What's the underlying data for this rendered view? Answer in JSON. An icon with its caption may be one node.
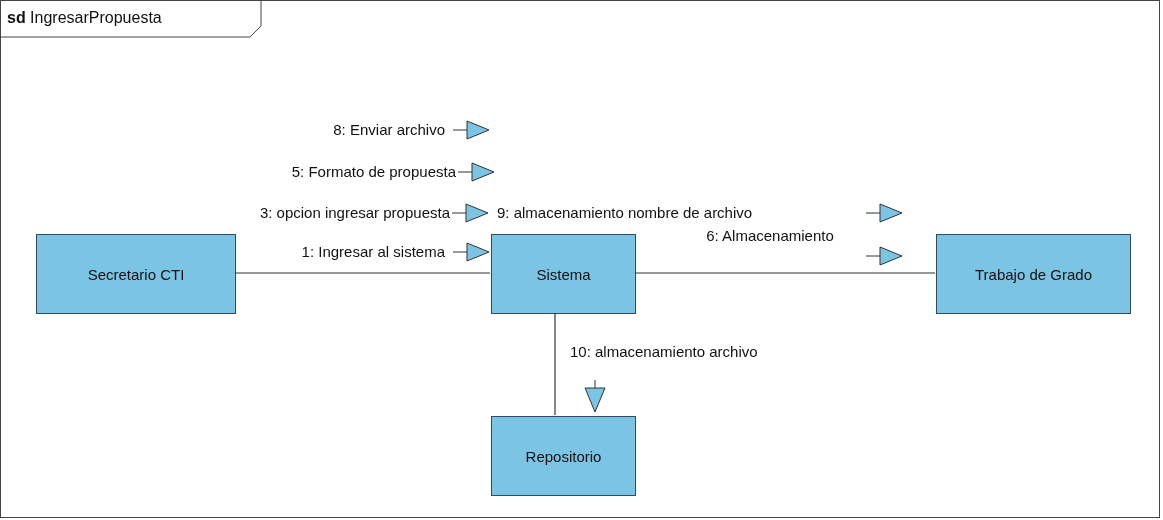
{
  "diagram": {
    "nodes": [
      {
        "text": [
          "**sd** IngresarPropuesta"
        ]
      },
      {
        "text": [
          "Secretario CTI"
        ],
        "in": 0
      },
      {
        "text": [
          "Sistema"
        ],
        "in": 0
      },
      {
        "text": [
          "Trabajo de Grado"
        ],
        "in": 0
      },
      {
        "text": [
          "Repositorio"
        ],
        "in": 0
      }
    ],
    "edges": [
      {
        "from": 1,
        "to": 2,
        "arrow": "none"
      },
      {
        "from": 2,
        "to": 3,
        "arrow": "none"
      },
      {
        "from": 2,
        "to": 4,
        "arrow": "none"
      }
    ],
    "labels": [
      "8: Enviar archivo",
      "5: Formato de propuesta",
      "3: opcion ingresar propuesta",
      "9: almacenamiento nombre de archivo",
      "1: Ingresar al sistema",
      "6: Almacenamiento",
      "10: almacenamiento archivo"
    ]
  }
}
